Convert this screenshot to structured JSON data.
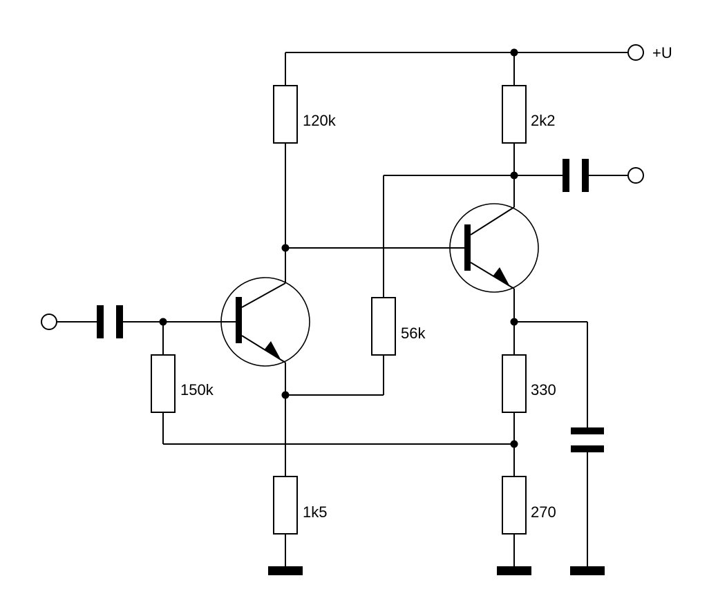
{
  "supply": {
    "label": "+U"
  },
  "resistors": {
    "r1": "120k",
    "r2": "2k2",
    "r3": "56k",
    "r4": "150k",
    "r5": "330",
    "r6": "1k5",
    "r7": "270"
  }
}
